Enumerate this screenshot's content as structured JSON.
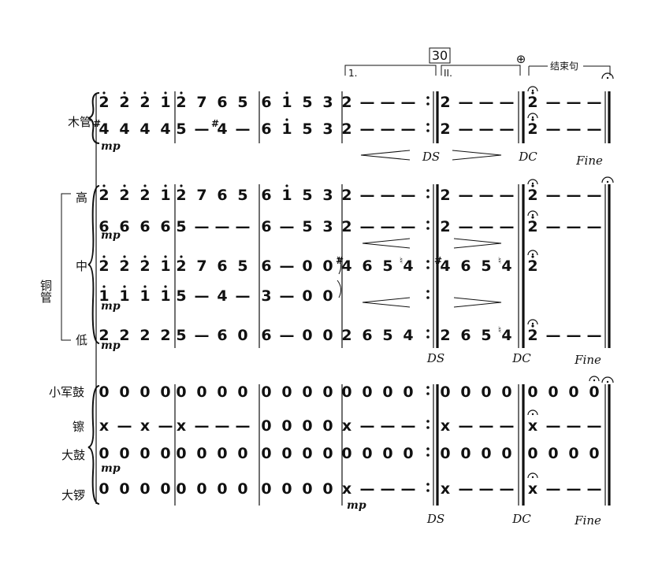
{
  "rehearsal_mark": "30",
  "volta": {
    "first": "1.",
    "second": "II.",
    "ending_label": "结束句",
    "coda_sign": "⊕"
  },
  "marks": {
    "ds": "DS",
    "dc": "DC",
    "fine": "Fine",
    "mp": "mp"
  },
  "instruments": {
    "woodwind": "木管",
    "brass": "铜管",
    "brass_parts": {
      "high": "高",
      "mid": "中",
      "low": "低"
    },
    "snare": "小军鼓",
    "cymbal": "镲",
    "bass_drum": "大鼓",
    "gong": "大锣"
  },
  "staves": [
    {
      "id": "ww1",
      "measures": [
        [
          {
            "t": "2",
            "d": "up"
          },
          {
            "t": "2",
            "d": "up"
          },
          {
            "t": "2",
            "d": "up"
          },
          {
            "t": "1",
            "d": "up"
          }
        ],
        [
          {
            "t": "2",
            "d": "up"
          },
          {
            "t": "7"
          },
          {
            "t": "6"
          },
          {
            "t": "5"
          }
        ],
        [
          {
            "t": "6"
          },
          {
            "t": "1",
            "d": "up"
          },
          {
            "t": "5"
          },
          {
            "t": "3"
          }
        ],
        [
          {
            "t": "2"
          },
          {
            "t": "—"
          },
          {
            "t": "—"
          },
          {
            "t": "—"
          }
        ],
        [
          {
            "t": "2"
          },
          {
            "t": "—"
          },
          {
            "t": "—"
          },
          {
            "t": "—"
          }
        ],
        [
          {
            "t": "2",
            "d": "up",
            "f": true
          },
          {
            "t": "—"
          },
          {
            "t": "—"
          },
          {
            "t": "—"
          }
        ]
      ]
    },
    {
      "id": "ww2",
      "measures": [
        [
          {
            "t": "4",
            "a": "#"
          },
          {
            "t": "4"
          },
          {
            "t": "4"
          },
          {
            "t": "4"
          }
        ],
        [
          {
            "t": "5"
          },
          {
            "t": "—"
          },
          {
            "t": "4",
            "a": "#"
          },
          {
            "t": "—"
          }
        ],
        [
          {
            "t": "6"
          },
          {
            "t": "1",
            "d": "up"
          },
          {
            "t": "5"
          },
          {
            "t": "3"
          }
        ],
        [
          {
            "t": "2"
          },
          {
            "t": "—"
          },
          {
            "t": "—"
          },
          {
            "t": "—"
          }
        ],
        [
          {
            "t": "2"
          },
          {
            "t": "—"
          },
          {
            "t": "—"
          },
          {
            "t": "—"
          }
        ],
        [
          {
            "t": "2",
            "d": "up",
            "f": true
          },
          {
            "t": "—"
          },
          {
            "t": "—"
          },
          {
            "t": "—"
          }
        ]
      ]
    },
    {
      "id": "br1",
      "measures": [
        [
          {
            "t": "2",
            "d": "up"
          },
          {
            "t": "2",
            "d": "up"
          },
          {
            "t": "2",
            "d": "up"
          },
          {
            "t": "1",
            "d": "up"
          }
        ],
        [
          {
            "t": "2",
            "d": "up"
          },
          {
            "t": "7"
          },
          {
            "t": "6"
          },
          {
            "t": "5"
          }
        ],
        [
          {
            "t": "6"
          },
          {
            "t": "1",
            "d": "up"
          },
          {
            "t": "5"
          },
          {
            "t": "3"
          }
        ],
        [
          {
            "t": "2"
          },
          {
            "t": "—"
          },
          {
            "t": "—"
          },
          {
            "t": "—"
          }
        ],
        [
          {
            "t": "2"
          },
          {
            "t": "—"
          },
          {
            "t": "—"
          },
          {
            "t": "—"
          }
        ],
        [
          {
            "t": "2",
            "d": "up",
            "f": true
          },
          {
            "t": "—"
          },
          {
            "t": "—"
          },
          {
            "t": "—"
          }
        ]
      ]
    },
    {
      "id": "br2",
      "measures": [
        [
          {
            "t": "6"
          },
          {
            "t": "6"
          },
          {
            "t": "6"
          },
          {
            "t": "6"
          }
        ],
        [
          {
            "t": "5"
          },
          {
            "t": "—"
          },
          {
            "t": "—"
          },
          {
            "t": "—"
          }
        ],
        [
          {
            "t": "6"
          },
          {
            "t": "—"
          },
          {
            "t": "5"
          },
          {
            "t": "3"
          }
        ],
        [
          {
            "t": "2"
          },
          {
            "t": "—"
          },
          {
            "t": "—"
          },
          {
            "t": "—"
          }
        ],
        [
          {
            "t": "2"
          },
          {
            "t": "—"
          },
          {
            "t": "—"
          },
          {
            "t": "—"
          }
        ],
        [
          {
            "t": "2",
            "d": "up",
            "f": true
          },
          {
            "t": "—"
          },
          {
            "t": "—"
          },
          {
            "t": "—"
          }
        ]
      ]
    },
    {
      "id": "br3",
      "measures": [
        [
          {
            "t": "2",
            "d": "up"
          },
          {
            "t": "2",
            "d": "up"
          },
          {
            "t": "2",
            "d": "up"
          },
          {
            "t": "1",
            "d": "up"
          }
        ],
        [
          {
            "t": "2",
            "d": "up"
          },
          {
            "t": "7"
          },
          {
            "t": "6"
          },
          {
            "t": "5"
          }
        ],
        [
          {
            "t": "6"
          },
          {
            "t": "—"
          },
          {
            "t": "0"
          },
          {
            "t": "0"
          }
        ],
        [
          {
            "t": "4",
            "a": "#"
          },
          {
            "t": "6"
          },
          {
            "t": "5"
          },
          {
            "t": "4",
            "a": "♮"
          }
        ],
        [
          {
            "t": "4",
            "a": "#"
          },
          {
            "t": "6"
          },
          {
            "t": "5"
          },
          {
            "t": "4",
            "a": "♮"
          }
        ],
        [
          {
            "t": "2",
            "d": "up",
            "f": true
          },
          {
            "t": ""
          },
          {
            "t": ""
          },
          {
            "t": ""
          }
        ]
      ]
    },
    {
      "id": "br4",
      "measures": [
        [
          {
            "t": "1",
            "d": "up"
          },
          {
            "t": "1",
            "d": "up"
          },
          {
            "t": "1",
            "d": "up"
          },
          {
            "t": "1",
            "d": "up"
          }
        ],
        [
          {
            "t": "5"
          },
          {
            "t": "—"
          },
          {
            "t": "4"
          },
          {
            "t": "—"
          }
        ],
        [
          {
            "t": "3"
          },
          {
            "t": "—"
          },
          {
            "t": "0"
          },
          {
            "t": "0"
          }
        ],
        [
          {
            "t": ""
          },
          {
            "t": ""
          },
          {
            "t": ""
          },
          {
            "t": ""
          }
        ],
        [
          {
            "t": ""
          },
          {
            "t": ""
          },
          {
            "t": ""
          },
          {
            "t": ""
          }
        ],
        [
          {
            "t": ""
          },
          {
            "t": ""
          },
          {
            "t": ""
          },
          {
            "t": ""
          }
        ]
      ]
    },
    {
      "id": "br5",
      "measures": [
        [
          {
            "t": "2"
          },
          {
            "t": "2"
          },
          {
            "t": "2"
          },
          {
            "t": "2"
          }
        ],
        [
          {
            "t": "5"
          },
          {
            "t": "—"
          },
          {
            "t": "6"
          },
          {
            "t": "0"
          }
        ],
        [
          {
            "t": "6"
          },
          {
            "t": "—"
          },
          {
            "t": "0"
          },
          {
            "t": "0"
          }
        ],
        [
          {
            "t": "2"
          },
          {
            "t": "6"
          },
          {
            "t": "5"
          },
          {
            "t": "4"
          }
        ],
        [
          {
            "t": "2"
          },
          {
            "t": "6"
          },
          {
            "t": "5"
          },
          {
            "t": "4",
            "a": "♮"
          }
        ],
        [
          {
            "t": "2",
            "d": "up",
            "f": true
          },
          {
            "t": "—"
          },
          {
            "t": "—"
          },
          {
            "t": "—"
          }
        ]
      ]
    },
    {
      "id": "snare",
      "measures": [
        [
          {
            "t": "0"
          },
          {
            "t": "0"
          },
          {
            "t": "0"
          },
          {
            "t": "0"
          }
        ],
        [
          {
            "t": "0"
          },
          {
            "t": "0"
          },
          {
            "t": "0"
          },
          {
            "t": "0"
          }
        ],
        [
          {
            "t": "0"
          },
          {
            "t": "0"
          },
          {
            "t": "0"
          },
          {
            "t": "0"
          }
        ],
        [
          {
            "t": "0"
          },
          {
            "t": "0"
          },
          {
            "t": "0"
          },
          {
            "t": "0"
          }
        ],
        [
          {
            "t": "0"
          },
          {
            "t": "0"
          },
          {
            "t": "0"
          },
          {
            "t": "0"
          }
        ],
        [
          {
            "t": "0"
          },
          {
            "t": "0"
          },
          {
            "t": "0"
          },
          {
            "t": "0",
            "f": true
          }
        ]
      ]
    },
    {
      "id": "cym",
      "measures": [
        [
          {
            "t": "x"
          },
          {
            "t": "—"
          },
          {
            "t": "x"
          },
          {
            "t": "—"
          }
        ],
        [
          {
            "t": "x"
          },
          {
            "t": "—"
          },
          {
            "t": "—"
          },
          {
            "t": "—"
          }
        ],
        [
          {
            "t": "0"
          },
          {
            "t": "0"
          },
          {
            "t": "0"
          },
          {
            "t": "0"
          }
        ],
        [
          {
            "t": "x"
          },
          {
            "t": "—"
          },
          {
            "t": "—"
          },
          {
            "t": "—"
          }
        ],
        [
          {
            "t": "x"
          },
          {
            "t": "—"
          },
          {
            "t": "—"
          },
          {
            "t": "—"
          }
        ],
        [
          {
            "t": "x",
            "f": true
          },
          {
            "t": "—"
          },
          {
            "t": "—"
          },
          {
            "t": "—"
          }
        ]
      ]
    },
    {
      "id": "bass",
      "measures": [
        [
          {
            "t": "0"
          },
          {
            "t": "0"
          },
          {
            "t": "0"
          },
          {
            "t": "0"
          }
        ],
        [
          {
            "t": "0"
          },
          {
            "t": "0"
          },
          {
            "t": "0"
          },
          {
            "t": "0"
          }
        ],
        [
          {
            "t": "0"
          },
          {
            "t": "0"
          },
          {
            "t": "0"
          },
          {
            "t": "0"
          }
        ],
        [
          {
            "t": "0"
          },
          {
            "t": "0"
          },
          {
            "t": "0"
          },
          {
            "t": "0"
          }
        ],
        [
          {
            "t": "0"
          },
          {
            "t": "0"
          },
          {
            "t": "0"
          },
          {
            "t": "0"
          }
        ],
        [
          {
            "t": "0"
          },
          {
            "t": "0"
          },
          {
            "t": "0"
          },
          {
            "t": "0"
          }
        ]
      ]
    },
    {
      "id": "gong",
      "measures": [
        [
          {
            "t": "0"
          },
          {
            "t": "0"
          },
          {
            "t": "0"
          },
          {
            "t": "0"
          }
        ],
        [
          {
            "t": "0"
          },
          {
            "t": "0"
          },
          {
            "t": "0"
          },
          {
            "t": "0"
          }
        ],
        [
          {
            "t": "0"
          },
          {
            "t": "0"
          },
          {
            "t": "0"
          },
          {
            "t": "0"
          }
        ],
        [
          {
            "t": "x"
          },
          {
            "t": "—"
          },
          {
            "t": "—"
          },
          {
            "t": "—"
          }
        ],
        [
          {
            "t": "x"
          },
          {
            "t": "—"
          },
          {
            "t": "—"
          },
          {
            "t": "—"
          }
        ],
        [
          {
            "t": "x",
            "f": true
          },
          {
            "t": "—"
          },
          {
            "t": "—"
          },
          {
            "t": "—"
          }
        ]
      ]
    }
  ]
}
